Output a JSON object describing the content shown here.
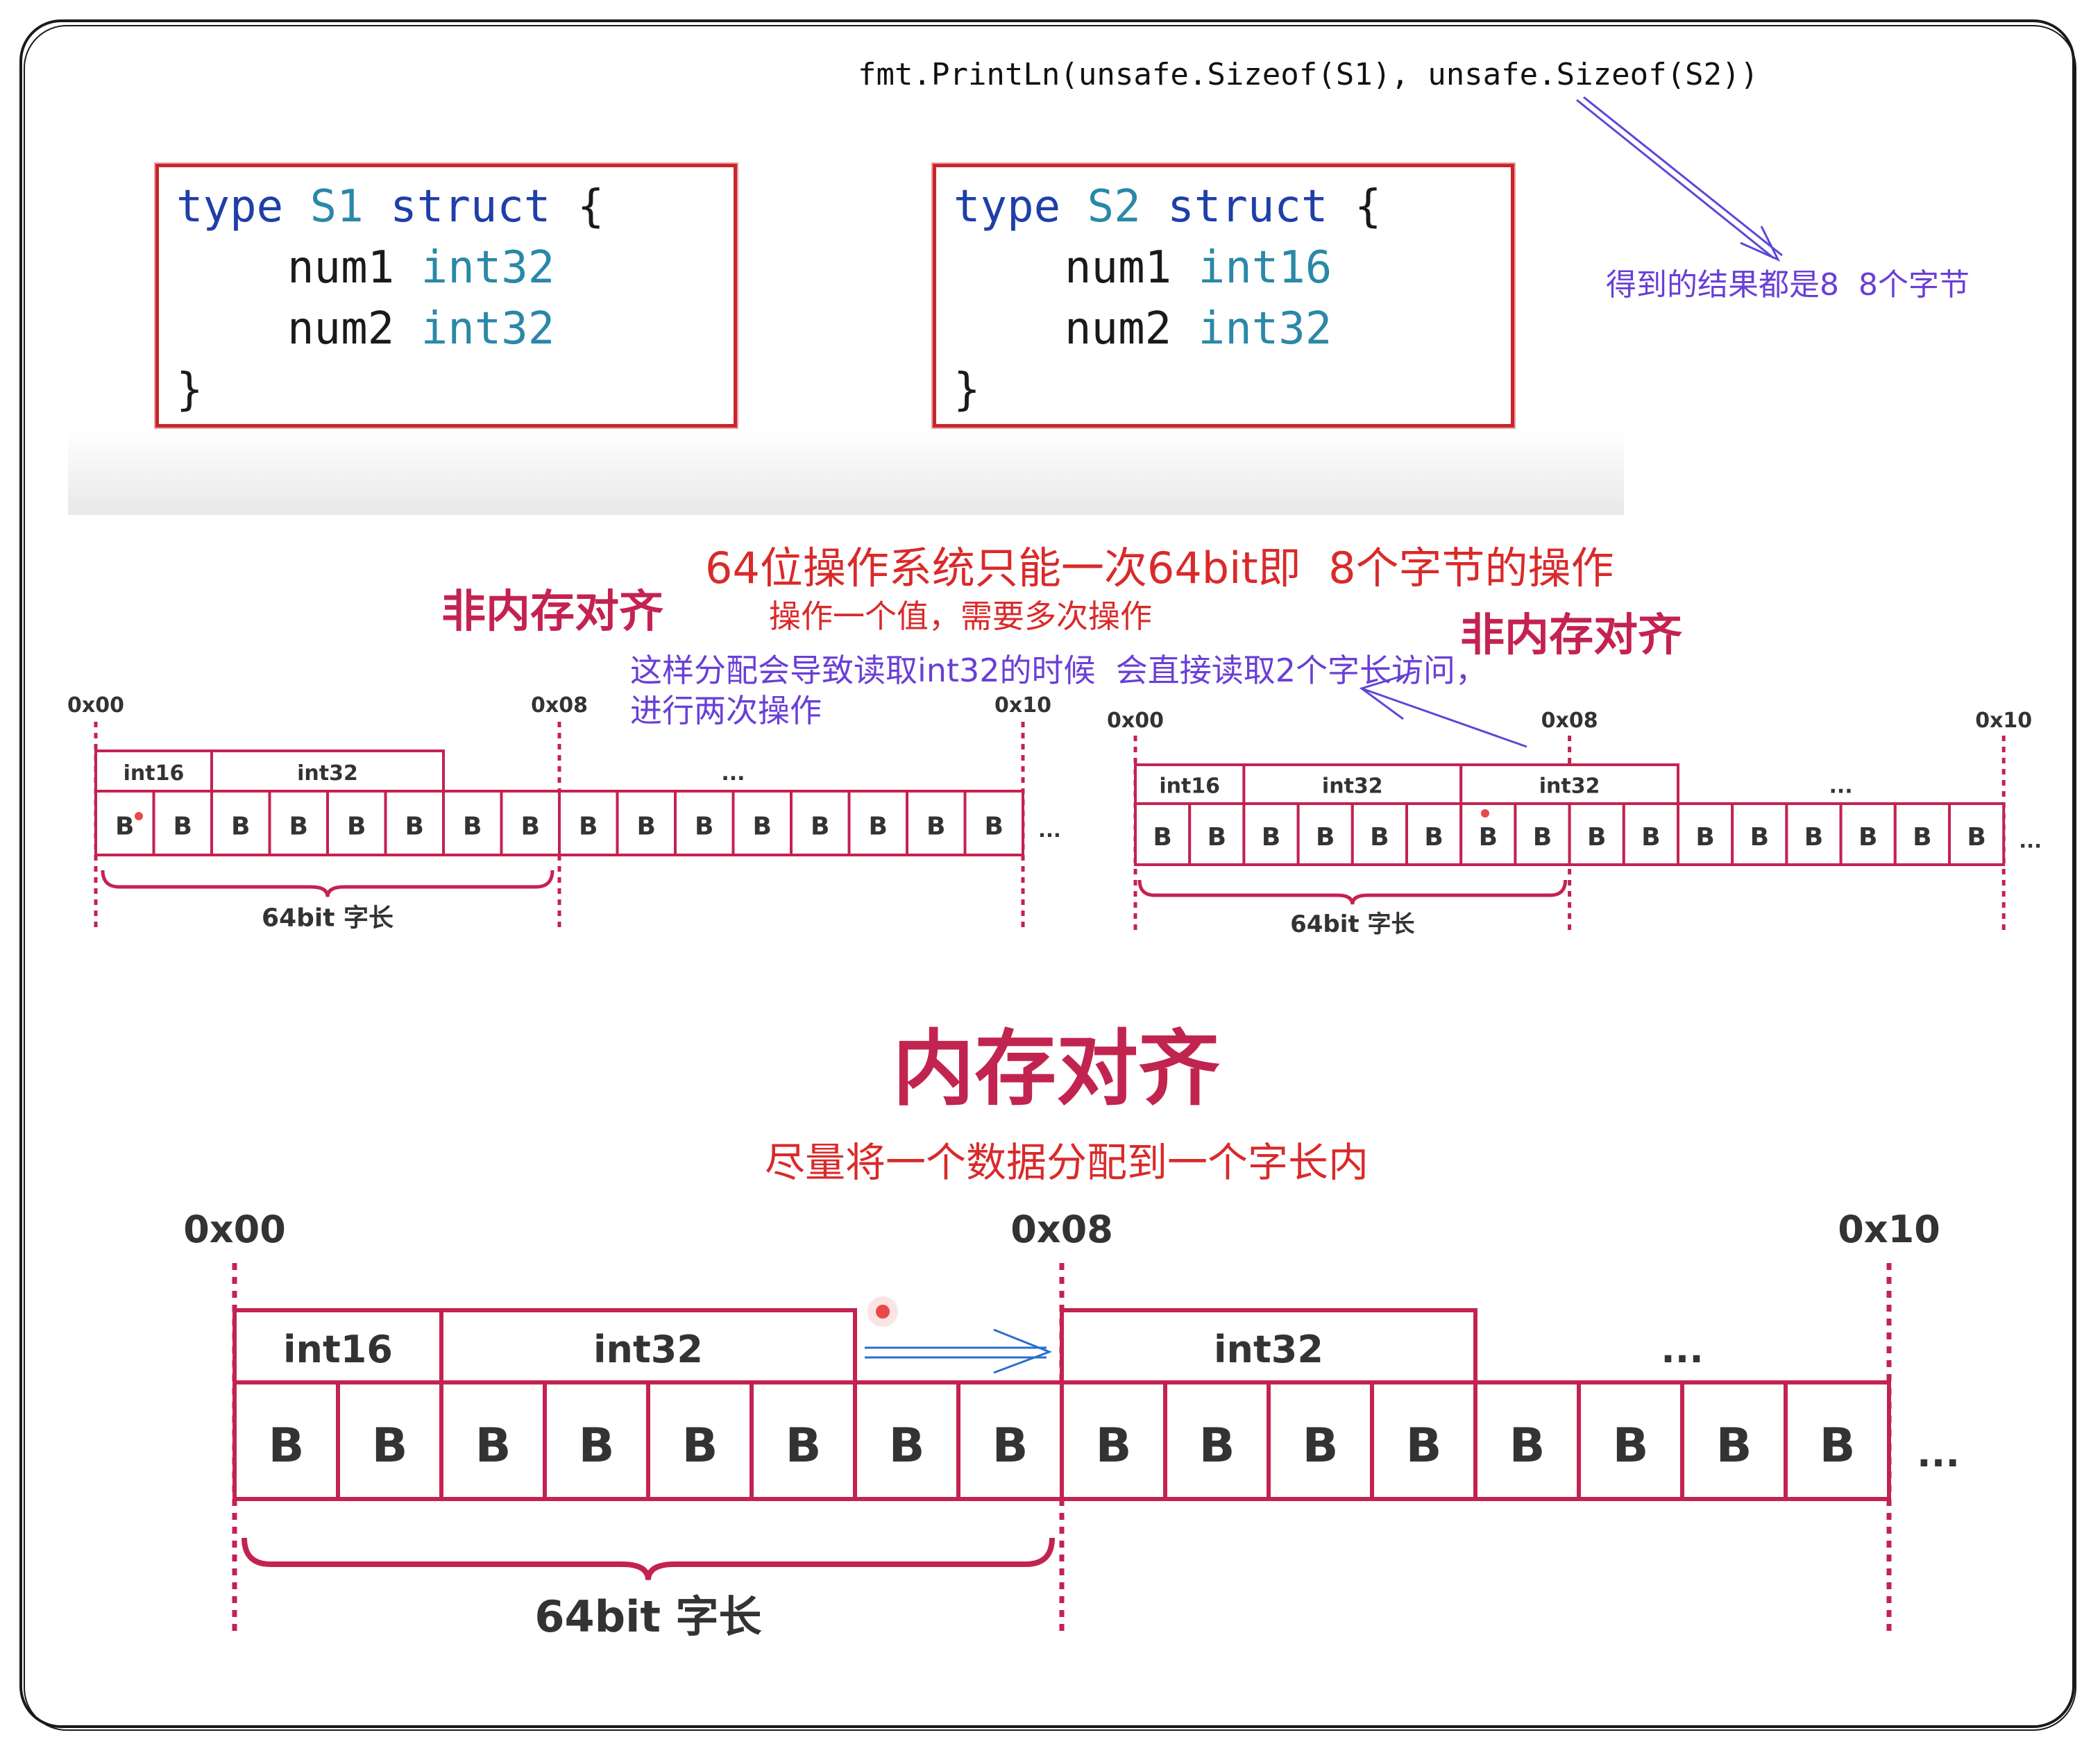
{
  "println": "fmt.PrintLn(unsafe.Sizeof(S1), unsafe.Sizeof(S2))",
  "println_note": "得到的结果都是8  8个字节",
  "s1": {
    "line1": {
      "kw1": "type",
      "name": "S1",
      "kw2": "struct",
      "brace": "{"
    },
    "fields": [
      {
        "name": "num1",
        "type": "int32"
      },
      {
        "name": "num2",
        "type": "int32"
      }
    ],
    "close": "}"
  },
  "s2": {
    "line1": {
      "kw1": "type",
      "name": "S2",
      "kw2": "struct",
      "brace": "{"
    },
    "fields": [
      {
        "name": "num1",
        "type": "int16"
      },
      {
        "name": "num2",
        "type": "int32"
      }
    ],
    "close": "}"
  },
  "headline": "64位操作系统只能一次64bit即  8个字节的操作",
  "headline_sub": "操作一个值，需要多次操作",
  "non_aligned_left": "非内存对齐",
  "non_aligned_right": "非内存对齐",
  "note_line1": "这样分配会导致读取int32的时候  会直接读取2个字长访问，",
  "note_line2": "进行两次操作",
  "aligned_title": "内存对齐",
  "aligned_sub": "尽量将一个数据分配到一个字长内",
  "diagram_common": {
    "addr0": "0x00",
    "addr8": "0x08",
    "addr16": "0x10",
    "byte_label": "B",
    "ellipsis": "...",
    "word_label": "64bit 字长"
  },
  "diagram_left": {
    "fields": [
      {
        "label": "int16",
        "start": 0,
        "end": 2
      },
      {
        "label": "int32",
        "start": 2,
        "end": 6
      }
    ],
    "more_label": "..."
  },
  "diagram_right": {
    "fields": [
      {
        "label": "int16",
        "start": 0,
        "end": 2
      },
      {
        "label": "int32",
        "start": 2,
        "end": 6
      },
      {
        "label": "int32",
        "start": 6,
        "end": 10
      }
    ],
    "more_label": "..."
  },
  "diagram_bottom": {
    "fields": [
      {
        "label": "int16",
        "start": 0,
        "end": 2
      },
      {
        "label": "int32",
        "start": 2,
        "end": 6
      },
      {
        "label": "int32",
        "start": 8,
        "end": 12
      }
    ],
    "more_label": "..."
  }
}
